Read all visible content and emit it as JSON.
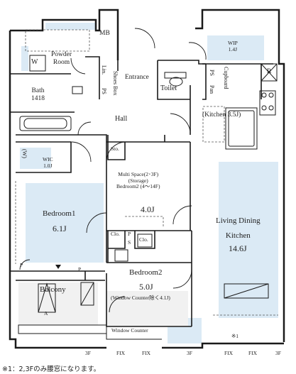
{
  "rooms": {
    "mb": "MB",
    "powder_room": [
      "Powder",
      "Room"
    ],
    "w": "W",
    "lin": "Lin.",
    "shoes_box": "Shoes Box",
    "ps_left": "PS",
    "entrance": "Entrance",
    "toilet": "Toilet",
    "ps_right": "PS",
    "pan": "Pan",
    "cupboard": "Cupboard",
    "wip": [
      "WIP",
      "1.4J"
    ],
    "r": "R",
    "bath": [
      "Bath",
      "1418"
    ],
    "hall": "Hall",
    "kitchen": "(Kitchen 3.5J)",
    "sto": "Sto.",
    "wic_w": "(W)",
    "wic": [
      "WIC",
      "1.0J"
    ],
    "multi_space": [
      "Multi Space(2･3F)",
      "(Storage)",
      "Bedroom2 (4～14F)"
    ],
    "multi_size": "4.0J",
    "bedroom1": "Bedroom1",
    "bedroom1_size": "6.1J",
    "ldk": [
      "Living Dining",
      "Kitchen"
    ],
    "ldk_size": "14.6J",
    "clo1": "Clo.",
    "clo2": "Clo.",
    "clo_p": "P",
    "clo_s": "S",
    "p1": "P",
    "p2": "P",
    "bedroom2": "Bedroom2",
    "bedroom2_size": "5.0J",
    "bedroom2_note": "(Window Counter除く4.1J)",
    "balcony": "Balcony",
    "a": "A",
    "window_counter": "Window Counter",
    "mark": "※1"
  },
  "edge_labels": [
    "3F",
    "FIX",
    "FIX",
    "3F",
    "FIX",
    "FIX",
    "3F"
  ],
  "footnote": "※1：2,3Fのみ腰窓になります。",
  "colors": {
    "wall": "#1a1a1a",
    "window_blue": "#dbeaf5",
    "floor_grey": "#f1f1f1"
  }
}
